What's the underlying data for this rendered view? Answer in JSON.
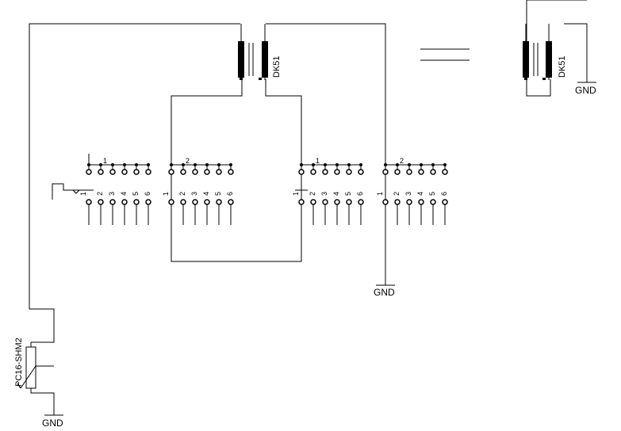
{
  "labels": {
    "gnd": "GND",
    "relay": "DK51",
    "pot": "PC16-SHM2"
  },
  "pin_numbers": [
    "1",
    "2",
    "3",
    "4",
    "5",
    "6"
  ],
  "switch_group_labels": [
    "1",
    "2"
  ],
  "colors": {
    "line": "#000000",
    "background": "#ffffff"
  }
}
